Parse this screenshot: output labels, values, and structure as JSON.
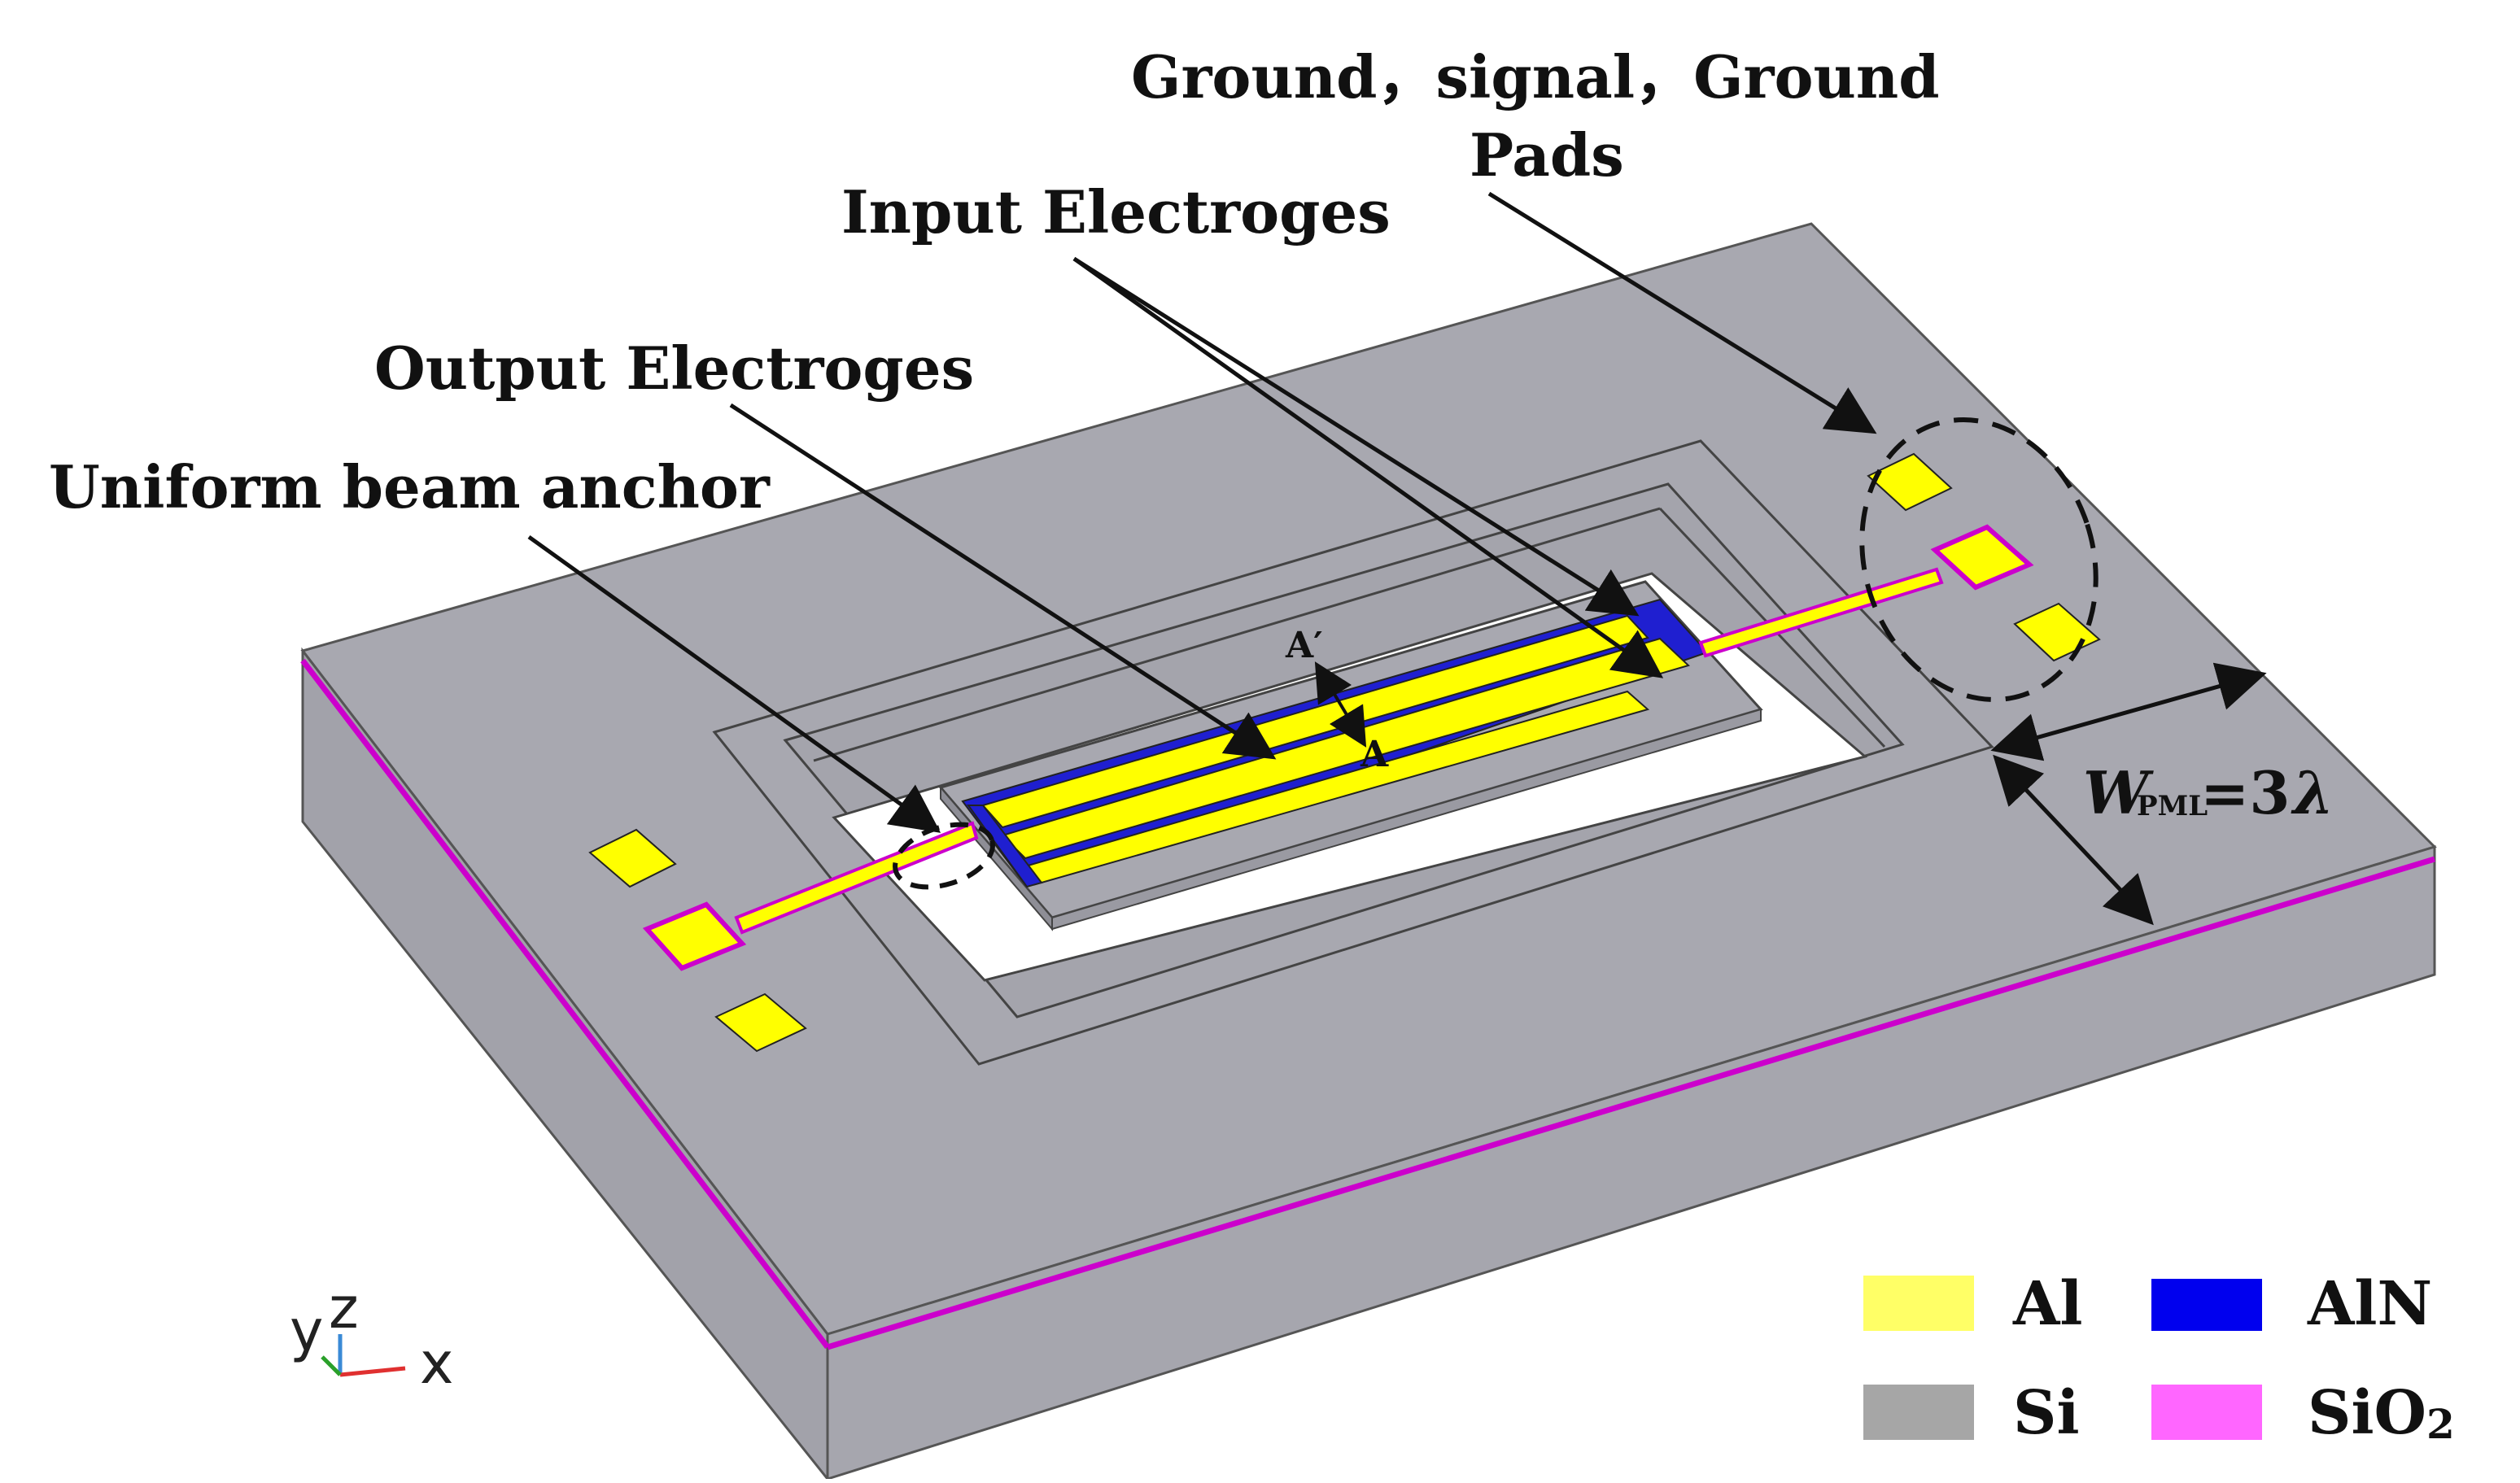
{
  "labels": {
    "pads_line1": "Ground，signal，Ground",
    "pads_line2": "Pads",
    "input_electrodes": "Input Electroges",
    "output_electrodes": "Output Electroges",
    "beam_anchor": "Uniform beam anchor",
    "section_a_prime": "A′",
    "section_a": "A",
    "pml_w": "W",
    "pml_sub": "PML",
    "pml_eq": "=3",
    "pml_lambda": "λ"
  },
  "axes": {
    "y": "y",
    "z": "z",
    "x": "x"
  },
  "legend": [
    {
      "label": "Al",
      "color": "#ffff66"
    },
    {
      "label": "AlN",
      "color": "#0000ee"
    },
    {
      "label": "Si",
      "color": "#a6a6a6"
    },
    {
      "label": "SiO2",
      "color": "#ff66ff"
    }
  ],
  "colors": {
    "si_top": "#a7a7af",
    "si_side": "#a0a0a8",
    "al": "#ffff00",
    "aln": "#1f1fd0",
    "sio2": "#cc00cc"
  }
}
